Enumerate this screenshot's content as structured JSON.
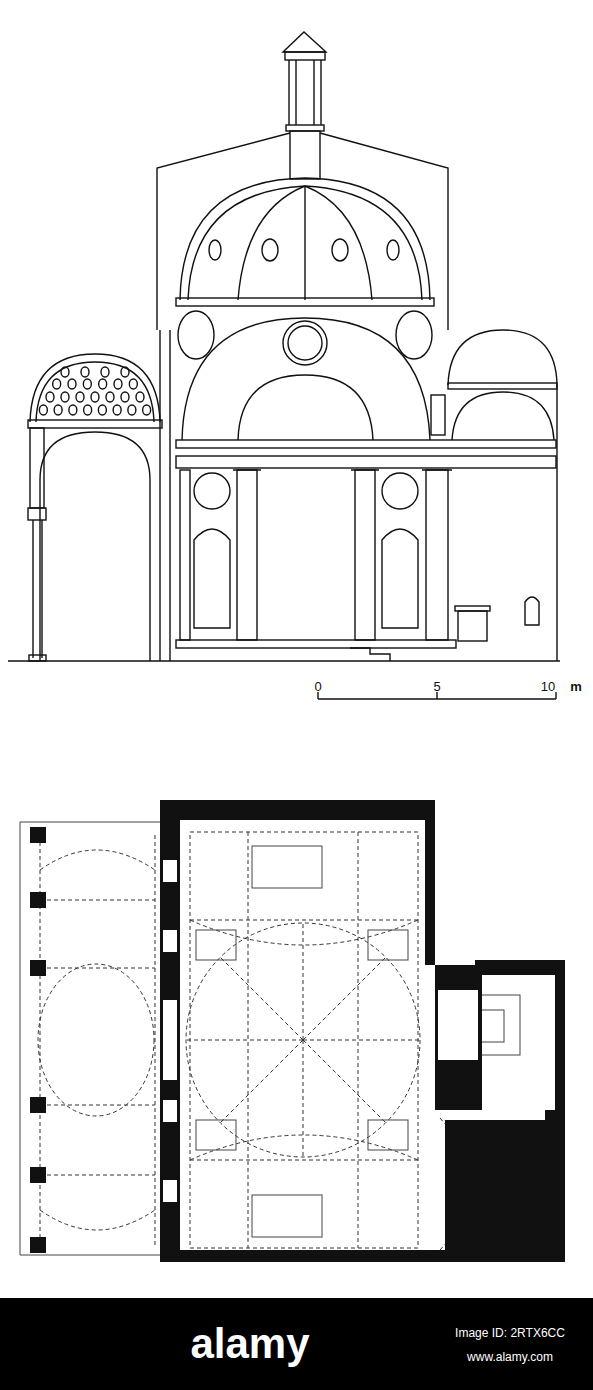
{
  "diagram": {
    "labels": [
      "0",
      "5",
      "10",
      "m",
      "alamy",
      "Image ID: 2RTX6CC",
      "www.alamy.com"
    ]
  }
}
